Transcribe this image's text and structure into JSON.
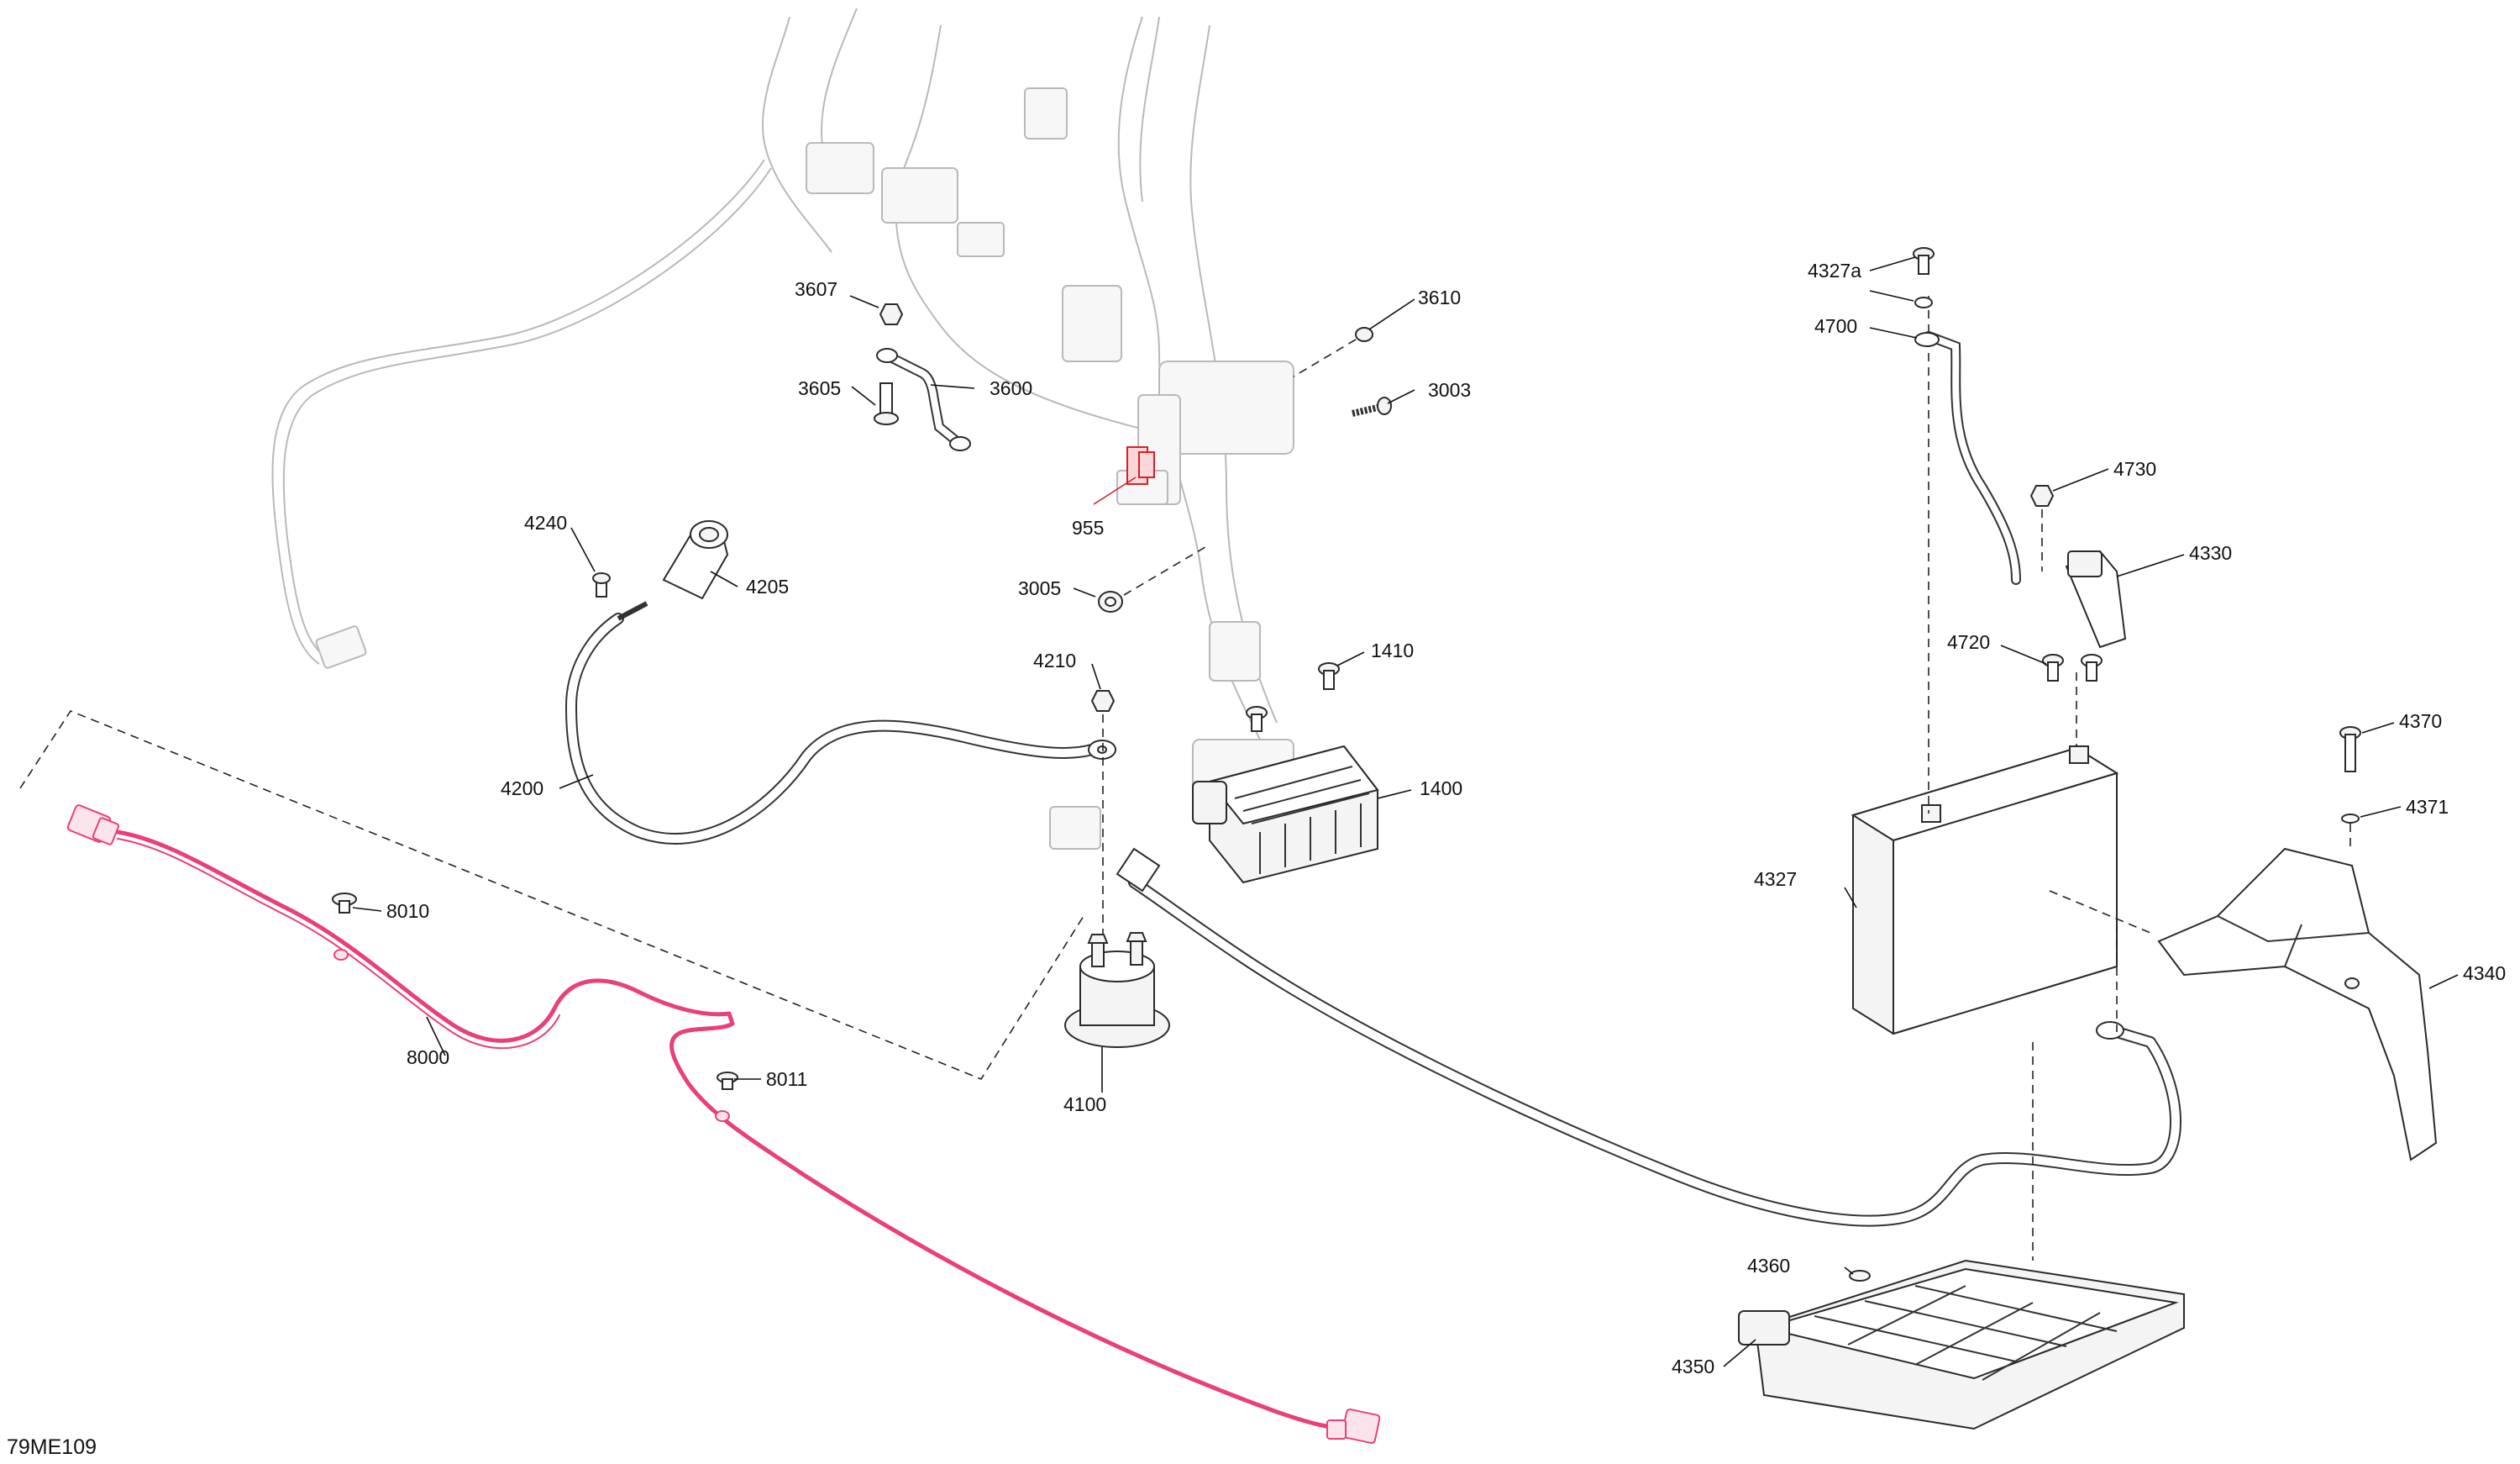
{
  "diagram_code": "79ME109",
  "colors": {
    "highlight_harness": "#e8407a",
    "highlight_part": "#d71f2a",
    "line": "#111111",
    "ghost_line": "#b9b9b9"
  },
  "callouts": [
    {
      "id": "3607",
      "text": "3607"
    },
    {
      "id": "3605",
      "text": "3605"
    },
    {
      "id": "3600",
      "text": "3600"
    },
    {
      "id": "3610",
      "text": "3610"
    },
    {
      "id": "3003",
      "text": "3003"
    },
    {
      "id": "955",
      "text": "955"
    },
    {
      "id": "3005",
      "text": "3005"
    },
    {
      "id": "4240",
      "text": "4240"
    },
    {
      "id": "4205",
      "text": "4205"
    },
    {
      "id": "4210",
      "text": "4210"
    },
    {
      "id": "1410",
      "text": "1410"
    },
    {
      "id": "1400",
      "text": "1400"
    },
    {
      "id": "4200",
      "text": "4200"
    },
    {
      "id": "8010",
      "text": "8010"
    },
    {
      "id": "8000",
      "text": "8000"
    },
    {
      "id": "8011",
      "text": "8011"
    },
    {
      "id": "4100",
      "text": "4100"
    },
    {
      "id": "4327a",
      "text": "4327a"
    },
    {
      "id": "4700",
      "text": "4700"
    },
    {
      "id": "4730",
      "text": "4730"
    },
    {
      "id": "4330",
      "text": "4330"
    },
    {
      "id": "4720",
      "text": "4720"
    },
    {
      "id": "4327",
      "text": "4327"
    },
    {
      "id": "4370",
      "text": "4370"
    },
    {
      "id": "4371",
      "text": "4371"
    },
    {
      "id": "4340",
      "text": "4340"
    },
    {
      "id": "4360",
      "text": "4360"
    },
    {
      "id": "4350",
      "text": "4350"
    }
  ]
}
